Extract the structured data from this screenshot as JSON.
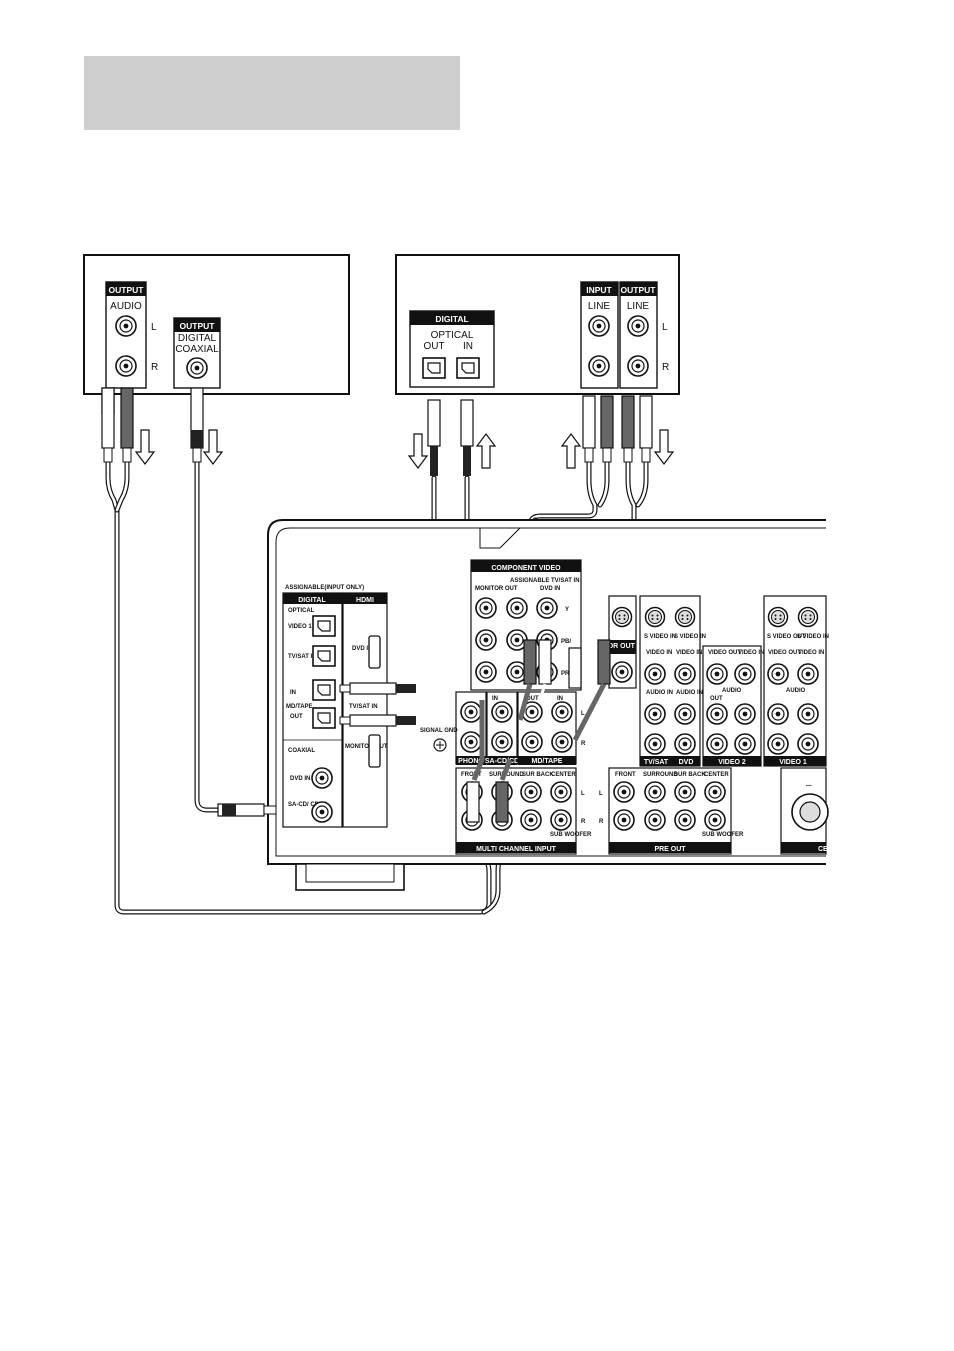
{
  "page": {
    "accent_gray": "#cfcfcf",
    "line_color": "#111111"
  },
  "device_left": {
    "output_audio_header": "OUTPUT",
    "audio_label": "AUDIO",
    "l": "L",
    "r": "R",
    "output_coax_header": "OUTPUT",
    "digital_label": "DIGITAL",
    "coaxial_label": "COAXIAL"
  },
  "device_mid": {
    "digital_header": "DIGITAL",
    "optical_label": "OPTICAL",
    "out_label": "OUT",
    "in_label": "IN",
    "input_header": "INPUT",
    "output_header": "OUTPUT",
    "line_in_label": "LINE",
    "line_out_label": "LINE",
    "l": "L",
    "r": "R"
  },
  "receiver": {
    "assignable": "ASSIGNABLE(INPUT ONLY)",
    "digital_header": "DIGITAL",
    "hdmi_header": "HDMI",
    "optical": "OPTICAL",
    "video1_in": "VIDEO 1 IN",
    "tvsat_in": "TV/SAT IN",
    "mdtape_in": "IN",
    "mdtape": "MD/TAPE",
    "mdtape_out": "OUT",
    "coaxial": "COAXIAL",
    "dvd_in": "DVD IN",
    "sacd_in": "SA-CD/ CD IN",
    "hdmi_dvd_in": "DVD IN",
    "hdmi_tvsat_in": "TV/SAT IN",
    "hdmi_monitor_out": "MONITOR OUT",
    "component_video": "COMPONENT VIDEO",
    "monitor_out": "MONITOR OUT",
    "assignable_tvsat_in": "ASSIGNABLE TV/SAT IN",
    "dvd_comp_in": "DVD IN",
    "y": "Y",
    "pb": "PB/",
    "pr": "PR/",
    "signal_gnd": "SIGNAL GND",
    "phono": "PHONO",
    "sacd_cd": "SA-CD/CD",
    "mdtape_label": "MD/TAPE",
    "in": "IN",
    "out": "OUT",
    "l": "L",
    "r": "R",
    "tv_sat": "TV/SAT",
    "dvd": "DVD",
    "video2": "VIDEO 2",
    "video1": "VIDEO 1",
    "s_video_in": "S VIDEO IN",
    "s_video_out": "S VIDEO OUT",
    "video_in": "VIDEO IN",
    "video_out": "VIDEO OUT",
    "audio_in": "AUDIO IN",
    "audio_out": "OUT",
    "audio": "AUDIO",
    "monitor_out_video": "MONITOR OUT VIDEO",
    "multi_channel_input": "MULTI CHANNEL INPUT",
    "front": "FRONT",
    "surround": "SURROUND",
    "sur_back": "SUR BACK",
    "center": "CENTER",
    "subwoofer": "SUB WOOFER",
    "pre_out": "PRE OUT",
    "ce": "CE",
    "minus": "–"
  }
}
